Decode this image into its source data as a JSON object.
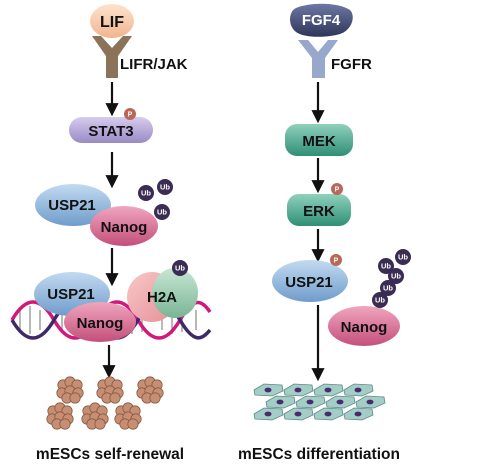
{
  "left_pathway": {
    "ligand": "LIF",
    "receptor": "LIFR/JAK",
    "transducer": "STAT3",
    "cofactor": "USP21",
    "target": "Nanog",
    "histone": "H2A",
    "outcome": "mESCs self-renewal"
  },
  "right_pathway": {
    "ligand": "FGF4",
    "receptor": "FGFR",
    "kinase_1": "MEK",
    "kinase_2": "ERK",
    "cofactor": "USP21",
    "target": "Nanog",
    "outcome": "mESCs differentiation"
  },
  "marks": {
    "phospho": "P",
    "ubiquitin": "Ub"
  },
  "colors": {
    "lif": "#f5c9a6",
    "lif_receptor": "#8a7358",
    "stat3": "#b4a6d8",
    "usp21": "#8cb4da",
    "nanog": "#d46a8e",
    "h2a": "#8fc4a8",
    "fgf4": "#3e4770",
    "fgf_receptor": "#98a8cc",
    "mek_erk": "#3f9e86",
    "ubiquitin": "#3a2c52",
    "phospho": "#b86858",
    "dna_magenta": "#d4187a",
    "dna_purple": "#3e2a68",
    "colony_cell": "#c68f74",
    "differentiated_cell": "#a5cdc8"
  }
}
